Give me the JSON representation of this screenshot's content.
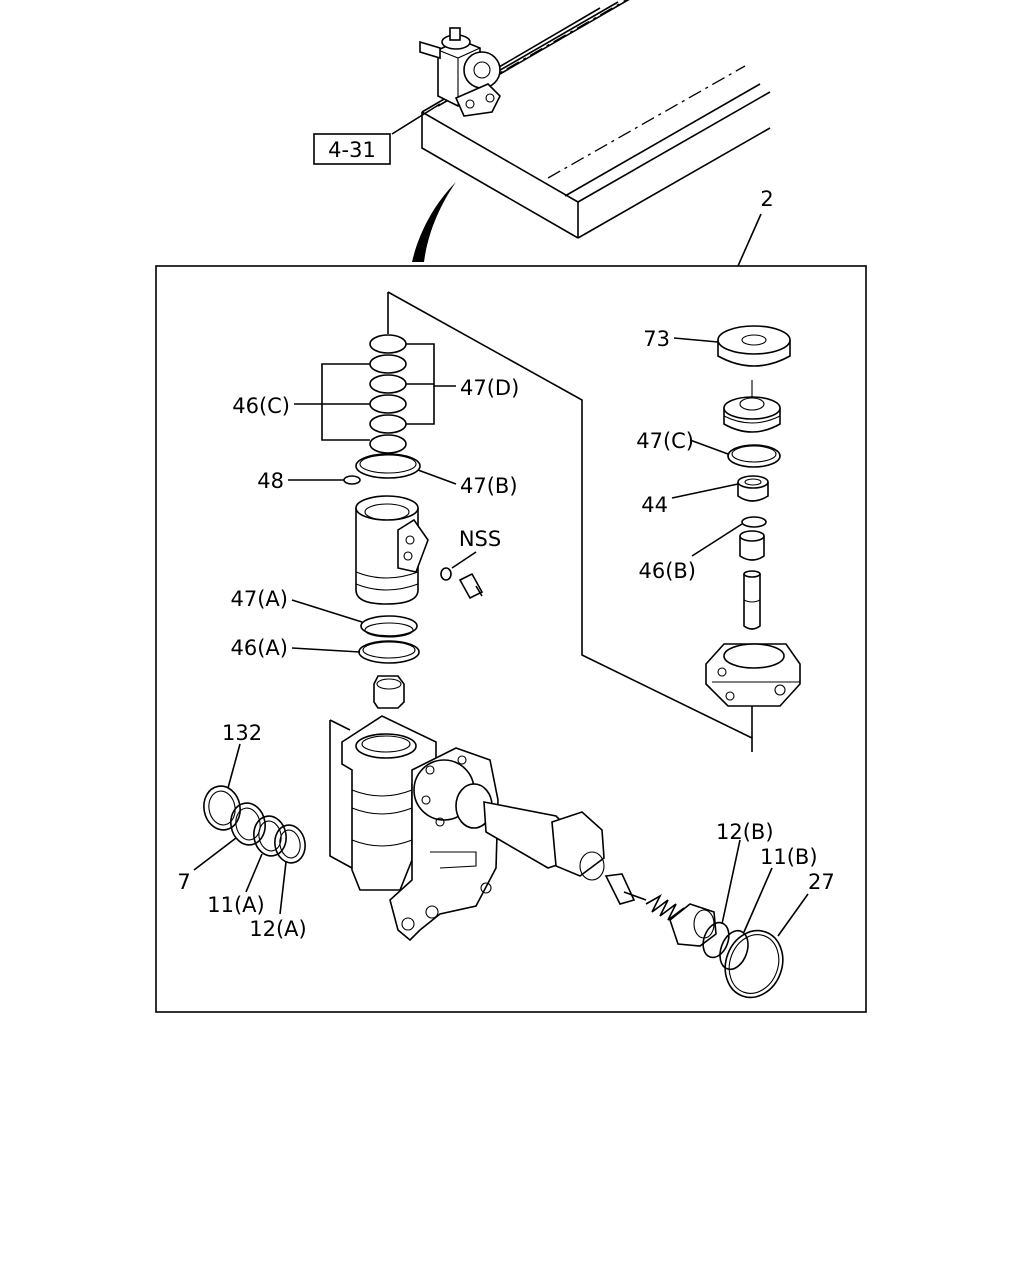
{
  "diagram": {
    "reference_tag": "4-31",
    "labels": {
      "assembly": "2",
      "p73": "73",
      "p47c": "47(C)",
      "p44": "44",
      "p46b": "46(B)",
      "p46c": "46(C)",
      "p47d": "47(D)",
      "p48": "48",
      "p47b": "47(B)",
      "nss": "NSS",
      "p47a": "47(A)",
      "p46a": "46(A)",
      "p132": "132",
      "p7": "7",
      "p11a": "11(A)",
      "p12a": "12(A)",
      "p12b": "12(B)",
      "p11b": "11(B)",
      "p27": "27"
    }
  }
}
